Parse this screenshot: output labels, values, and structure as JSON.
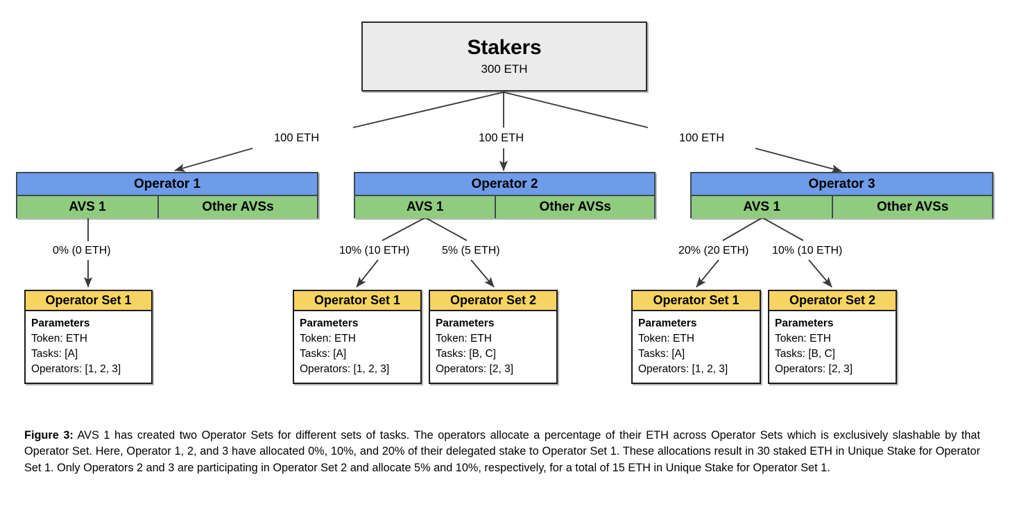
{
  "figure": {
    "stakers": {
      "title": "Stakers",
      "amount": "300 ETH"
    },
    "delegation_labels": [
      "100 ETH",
      "100 ETH",
      "100 ETH"
    ],
    "operators": [
      {
        "name": "Operator 1",
        "avs_primary": "AVS 1",
        "avs_other": "Other AVSs"
      },
      {
        "name": "Operator 2",
        "avs_primary": "AVS 1",
        "avs_other": "Other AVSs"
      },
      {
        "name": "Operator 3",
        "avs_primary": "AVS 1",
        "avs_other": "Other AVSs"
      }
    ],
    "allocation_labels": [
      "0% (0 ETH)",
      "10% (10 ETH)",
      "5% (5 ETH)",
      "20% (20 ETH)",
      "10% (10 ETH)"
    ],
    "operator_sets": [
      {
        "title": "Operator Set 1",
        "params_title": "Parameters",
        "token": "Token: ETH",
        "tasks": "Tasks: [A]",
        "operators": "Operators: [1, 2, 3]"
      },
      {
        "title": "Operator Set 1",
        "params_title": "Parameters",
        "token": "Token: ETH",
        "tasks": "Tasks: [A]",
        "operators": "Operators: [1, 2, 3]"
      },
      {
        "title": "Operator Set 2",
        "params_title": "Parameters",
        "token": "Token: ETH",
        "tasks": "Tasks: [B, C]",
        "operators": "Operators: [2, 3]"
      },
      {
        "title": "Operator Set 1",
        "params_title": "Parameters",
        "token": "Token: ETH",
        "tasks": "Tasks: [A]",
        "operators": "Operators: [1, 2, 3]"
      },
      {
        "title": "Operator Set 2",
        "params_title": "Parameters",
        "token": "Token: ETH",
        "tasks": "Tasks: [B, C]",
        "operators": "Operators: [2, 3]"
      }
    ],
    "caption": {
      "label": "Figure 3:",
      "text": " AVS 1 has created two Operator Sets for different sets of tasks. The operators allocate a percentage of their ETH across Operator Sets which is exclusively slashable by that Operator Set. Here, Operator 1, 2, and 3 have allocated 0%, 10%, and 20% of their delegated stake to Operator Set 1. These allocations result in 30 staked ETH in Unique Stake for Operator Set 1. Only Operators 2 and 3 are participating in Operator Set 2 and allocate 5% and 10%, respectively, for a total of 15 ETH in Unique Stake for Operator Set 1."
    },
    "colors": {
      "stakers_fill": "#ebebeb",
      "operator_fill": "#6e9ce8",
      "avs_fill": "#8fcc7f",
      "opset_header_fill": "#f7d461",
      "stroke": "#2b2b2b"
    }
  }
}
